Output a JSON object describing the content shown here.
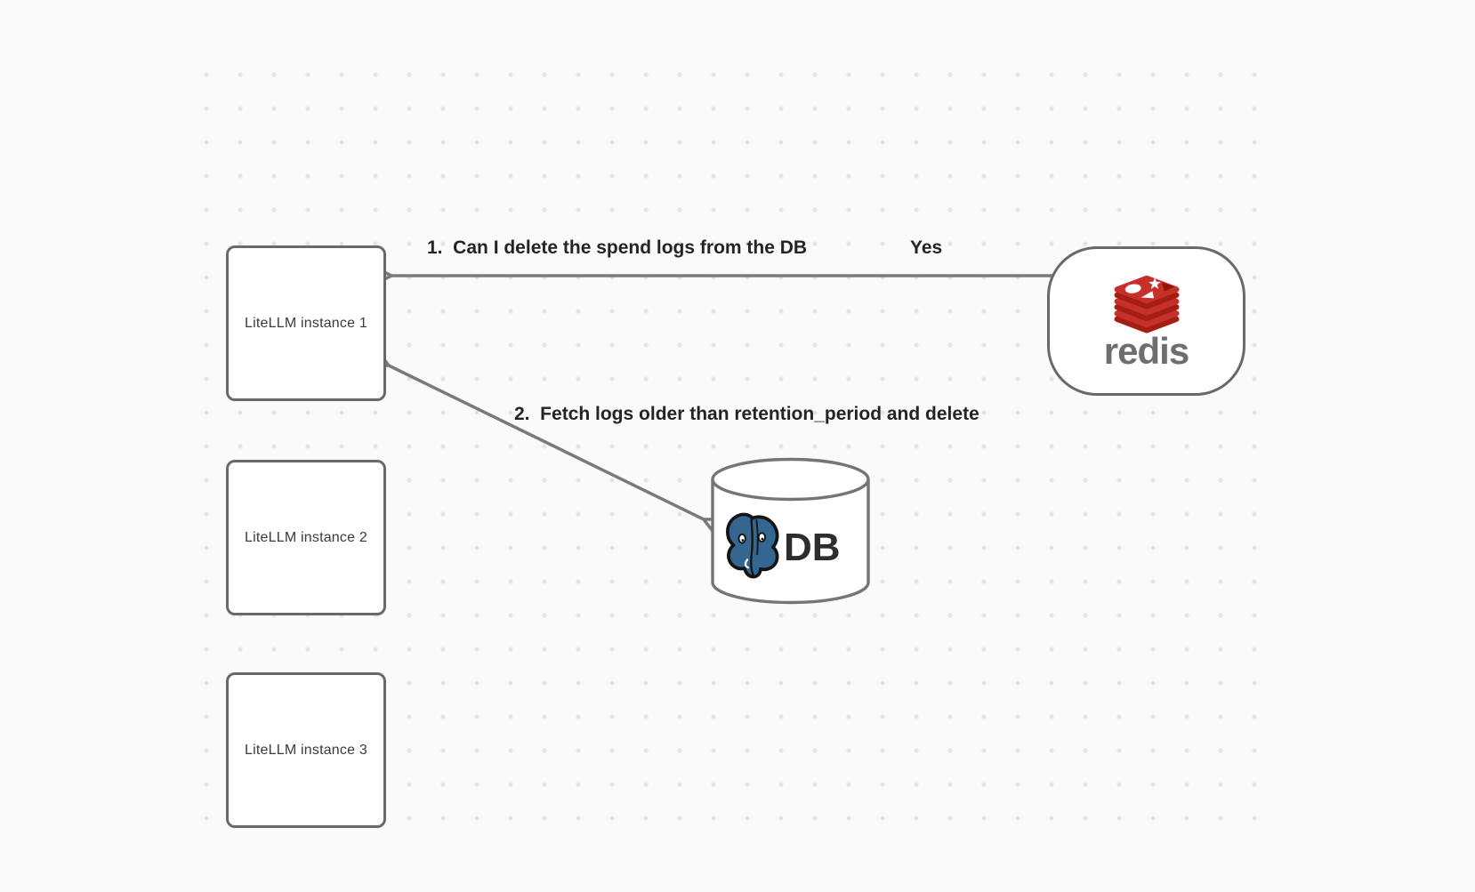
{
  "app": {
    "kind": "architecture-diagram",
    "background_color": "#fafafa",
    "dot_grid_color": "#e4e4e4"
  },
  "nodes": {
    "instance1": {
      "label": "LiteLLM instance 1"
    },
    "instance2": {
      "label": "LiteLLM instance 2"
    },
    "instance3": {
      "label": "LiteLLM instance 3"
    },
    "redis": {
      "wordmark": "redis",
      "icon": "redis-stack-logo",
      "brand_red": "#C6302B",
      "brand_red_dark": "#A41E11",
      "wordmark_color": "#6e6e6e"
    },
    "db": {
      "label": "DB",
      "icon": "postgresql-elephant",
      "postgres_blue": "#336791"
    }
  },
  "edges": {
    "edge1": {
      "label": "1.  Can I delete the spend logs from the DB",
      "response": "Yes",
      "from": "LiteLLM instance 1",
      "to": "redis"
    },
    "edge2": {
      "label": "2.  Fetch logs older than retention_period and delete",
      "from": "LiteLLM instance 1",
      "to": "DB"
    }
  },
  "style": {
    "arrow_color": "#7a7a7a",
    "node_border_color": "#696969",
    "edge_label_color": "#242424",
    "node_label_color": "#3a3a3a"
  }
}
